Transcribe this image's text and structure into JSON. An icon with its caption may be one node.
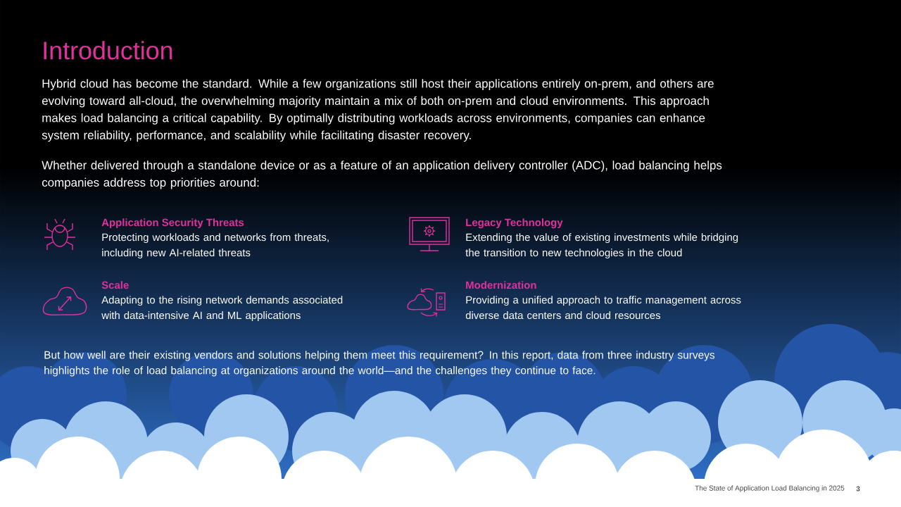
{
  "diagram": {
    "title": "Introduction",
    "labels": [
      "Hybrid cloud has become the standard. While a few organizations still host their applications entirely on-prem, and others are evolving toward all-cloud, the overwhelming majority maintain a mix of both on-prem and cloud environments. This approach makes load balancing a critical capability. By optimally distributing workloads across environments, companies can enhance system reliability, performance, and scalability while facilitating disaster recovery.",
      "Whether delivered through a standalone device or as a feature of an application delivery controller (ADC), load balancing helps companies address top priorities around:",
      "Application Security Threats",
      "Protecting workloads and networks from threats, including new AI-related threats",
      "Legacy Technology",
      "Extending the value of existing investments while bridging the transition to new technologies in the cloud",
      "Scale",
      "Adapting to the rising network demands associated with data-intensive AI and ML applications",
      "Modernization",
      "Providing a unified approach to traffic management across diverse data centers and cloud resources",
      "But how well are their existing vendors and solutions helping them meet this requirement? In this report, data from three industry surveys highlights the role of load balancing at organizations around the world—and the challenges they continue to face.",
      "The State of Application Load Balancing in 2025",
      "3"
    ]
  }
}
